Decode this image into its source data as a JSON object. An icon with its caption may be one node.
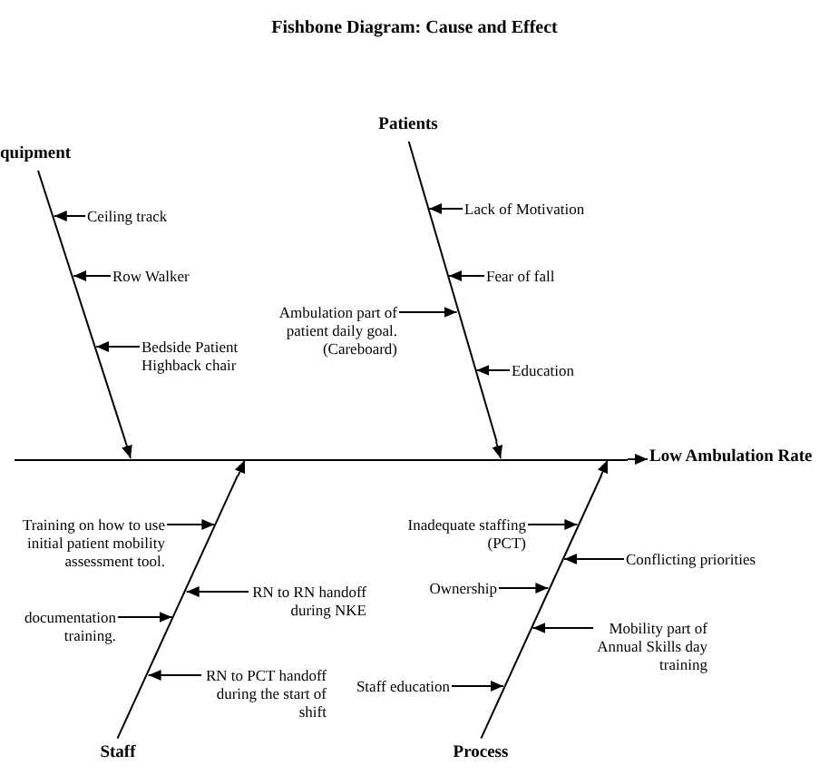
{
  "diagram": {
    "title": "Fishbone Diagram:  Cause and Effect",
    "nodes": [
      {
        "text": [
          "quipment"
        ]
      },
      {
        "text": [
          "Ceiling track"
        ]
      },
      {
        "text": [
          "Row Walker"
        ]
      },
      {
        "text": [
          "Bedside Patient Highback chair"
        ]
      },
      {
        "text": [
          "Patients"
        ]
      },
      {
        "text": [
          "Lack of Motivation"
        ]
      },
      {
        "text": [
          "Ambulation part of patient daily goal. (Careboard)"
        ]
      },
      {
        "text": [
          "Fear of fall"
        ]
      },
      {
        "text": [
          "Education"
        ]
      },
      {
        "text": [],
        "shape": "line"
      },
      {
        "text": [
          "Low Ambulation Rate"
        ]
      },
      {
        "text": [
          "Staff"
        ]
      },
      {
        "text": [
          "Training on how to use initial patient mobility assessment tool."
        ]
      },
      {
        "text": [
          "RN to RN handoff during NKE"
        ]
      },
      {
        "text": [
          "documentation training."
        ]
      },
      {
        "text": [
          "RN to PCT handoff during the start of shift"
        ]
      },
      {
        "text": [
          "Process"
        ]
      },
      {
        "text": [
          "Inadequate staffing (PCT)"
        ]
      },
      {
        "text": [
          "Conflicting priorities"
        ]
      },
      {
        "text": [
          "Ownership"
        ]
      },
      {
        "text": [
          "Mobility part of Annual Skills day training"
        ]
      },
      {
        "text": [
          "Staff education"
        ]
      }
    ],
    "edges": [
      {
        "from": 0,
        "to": 9,
        "arrow": "to"
      },
      {
        "from": 1,
        "to": 0,
        "arrow": "to"
      },
      {
        "from": 2,
        "to": 0,
        "arrow": "to"
      },
      {
        "from": 3,
        "to": 0,
        "arrow": "to"
      },
      {
        "from": 4,
        "to": 9,
        "arrow": "to"
      },
      {
        "from": 5,
        "to": 4,
        "arrow": "to"
      },
      {
        "from": 6,
        "to": 4,
        "arrow": "to"
      },
      {
        "from": 7,
        "to": 4,
        "arrow": "to"
      },
      {
        "from": 8,
        "to": 4,
        "arrow": "to"
      },
      {
        "from": 9,
        "to": 10,
        "arrow": "to"
      },
      {
        "from": 11,
        "to": 9,
        "arrow": "to"
      },
      {
        "from": 12,
        "to": 11,
        "arrow": "to"
      },
      {
        "from": 13,
        "to": 11,
        "arrow": "to"
      },
      {
        "from": 14,
        "to": 11,
        "arrow": "to"
      },
      {
        "from": 15,
        "to": 11,
        "arrow": "to"
      },
      {
        "from": 16,
        "to": 9,
        "arrow": "to"
      },
      {
        "from": 17,
        "to": 16,
        "arrow": "to"
      },
      {
        "from": 18,
        "to": 16,
        "arrow": "to"
      },
      {
        "from": 19,
        "to": 16,
        "arrow": "to"
      },
      {
        "from": 20,
        "to": 16,
        "arrow": "to"
      },
      {
        "from": 21,
        "to": 16,
        "arrow": "to"
      }
    ]
  }
}
